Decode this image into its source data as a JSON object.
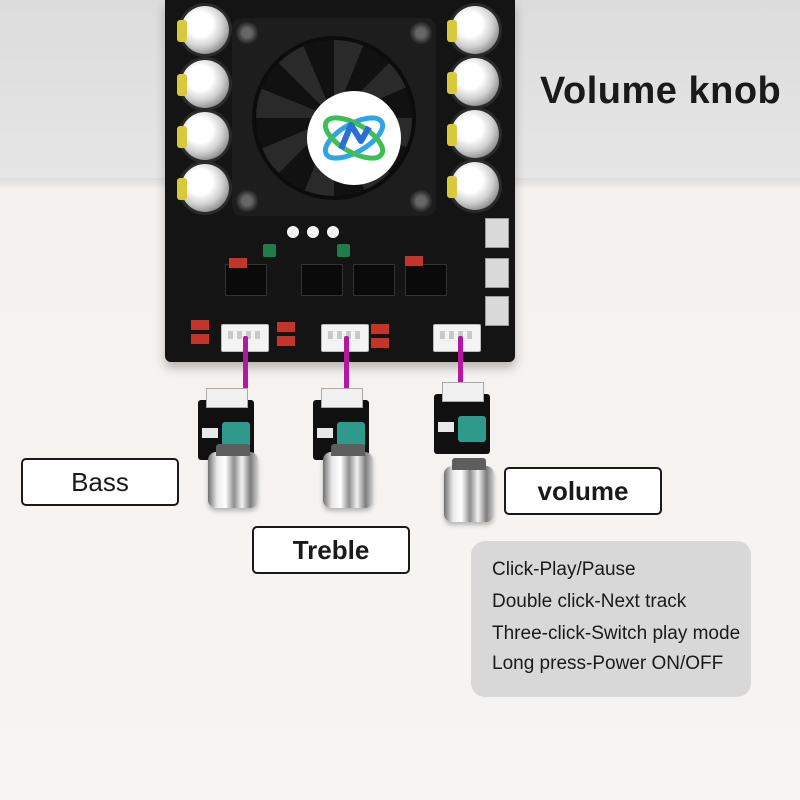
{
  "title": "Volume knob",
  "labels": {
    "bass": "Bass",
    "treble": "Treble",
    "volume": "volume"
  },
  "info_panel": {
    "lines": [
      "Click-Play/Pause",
      "Double click-Next track",
      "Three-click-Switch play mode",
      "Long press-Power ON/OFF"
    ]
  },
  "colors": {
    "wire": "#b5179e",
    "board": "#141414",
    "panel": "#d8d8d8"
  }
}
